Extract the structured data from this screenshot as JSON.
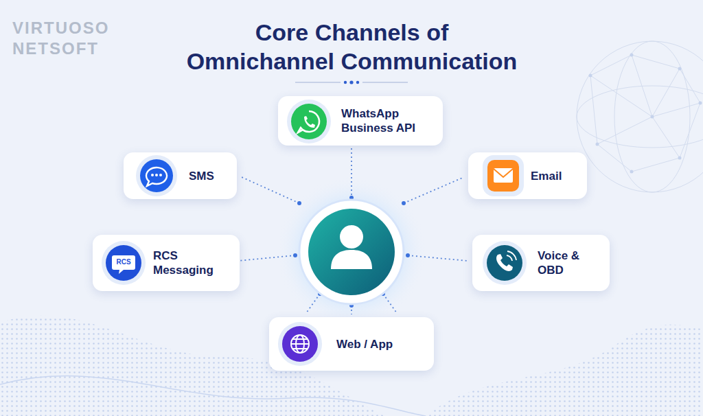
{
  "diagram": {
    "title": "Core Channels of Omnichannel Communication",
    "nodes": [
      {
        "text": [
          "WhatsApp Business API"
        ]
      },
      {
        "text": [
          "SMS"
        ]
      },
      {
        "text": [
          "Email"
        ]
      },
      {
        "text": [
          "RCS Messaging"
        ]
      },
      {
        "text": [
          "Voice & OBD"
        ]
      },
      {
        "text": [
          "Web / App"
        ]
      }
    ],
    "labels": [
      "VIRTUOSO NETSOFT",
      "RCS"
    ]
  }
}
